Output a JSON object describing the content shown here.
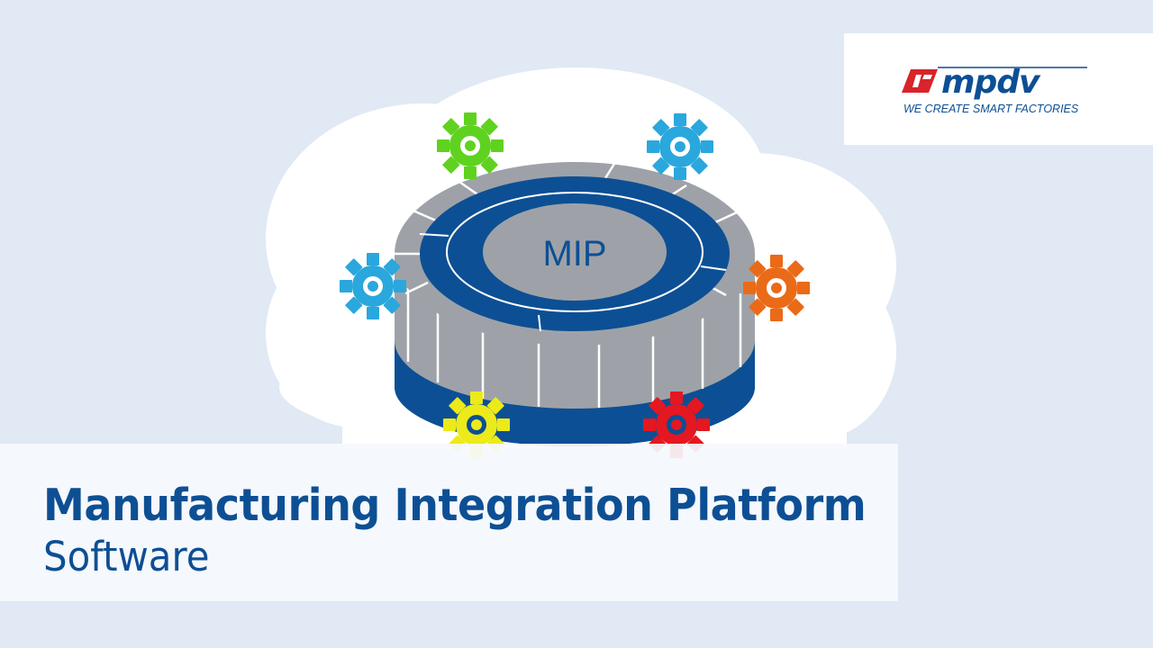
{
  "logo": {
    "wordmark": "mpdv",
    "tagline": "WE CREATE SMART FACTORIES"
  },
  "hub": {
    "label": "MIP"
  },
  "gears": [
    {
      "name": "gear-green",
      "color": "#5fd21f"
    },
    {
      "name": "gear-cyan-top",
      "color": "#2aa7dd"
    },
    {
      "name": "gear-cyan-left",
      "color": "#2aa7dd"
    },
    {
      "name": "gear-orange",
      "color": "#ea6a17"
    },
    {
      "name": "gear-yellow",
      "color": "#ecea1a"
    },
    {
      "name": "gear-red",
      "color": "#e51720"
    }
  ],
  "banner": {
    "title": "Manufacturing Integration Platform",
    "subtitle": "Software"
  },
  "colors": {
    "brand_blue": "#0d4f94",
    "brand_red": "#d8242a",
    "background": "#e0e9f4"
  }
}
